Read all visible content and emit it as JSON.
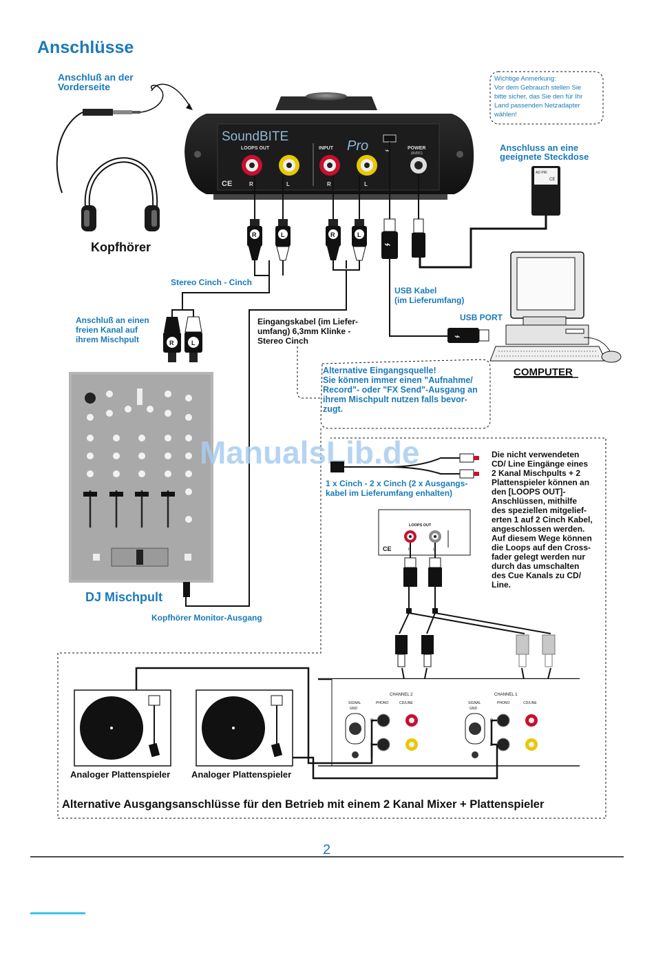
{
  "title": "Anschlüsse",
  "labels": {
    "front_port": [
      "Anschluß an der",
      "Vorderseite"
    ],
    "headphones": "Kopfhörer",
    "note": [
      "Wichtige Anmerkung:",
      "Vor dem Gebrauch stellen Sie",
      "bitte sicher, das Sie den für Ihr",
      "Land passenden Netzadapter",
      "wählen!"
    ],
    "socket": [
      "Anschluss an eine",
      "geeignete Steckdose"
    ],
    "stereo_cinch": "Stereo Cinch - Cinch",
    "mixer_channel": [
      "Anschluß an einen",
      "freien Kanal auf",
      "ihrem Mischpult"
    ],
    "input_cable": [
      "Eingangskabel (im Liefer-",
      "umfang) 6,3mm Klinke -",
      "Stereo Cinch"
    ],
    "usb_cable": [
      "USB Kabel",
      "(im Lieferumfang)"
    ],
    "usb_port": "USB PORT",
    "computer": "COMPUTER",
    "alt_source": [
      "Alternative Eingangsquelle!",
      "Sie können immer einen \"Aufnahme/",
      "Record\"- oder \"FX Send\"-Ausgang an",
      "ihrem Mischpult nutzen falls bevor-",
      "zugt."
    ],
    "splitter": [
      "1 x Cinch - 2 x Cinch (2 x Ausgangs-",
      "kabel im Lieferumfang enhalten)"
    ],
    "unused_inputs": [
      "Die nicht verwendeten",
      "CD/ Line Eingänge eines",
      "2 Kanal Mischpults + 2",
      "Plattenspieler können an",
      "den [LOOPS OUT]-",
      "Anschlüssen, mithilfe",
      "des speziellen mitgelief-",
      "erten 1 auf 2 Cinch Kabel,",
      "angeschlossen werden.",
      "Auf diesem Wege können",
      "die Loops auf den Cross-",
      "fader gelegt werden nur",
      "durch das umschalten",
      "des Cue Kanals zu CD/",
      "Line."
    ],
    "dj_mixer": "DJ Mischpult",
    "monitor_out": "Kopfhörer Monitor-Ausgang",
    "turntable_1": "Analoger Plattenspieler",
    "turntable_2": "Analoger Plattenspieler",
    "bottom_caption": "Alternative Ausgangsanschlüsse für den Betrieb mit einem 2 Kanal Mixer + Plattenspieler",
    "watermark": "ManualsLib.de",
    "page_number": "2"
  },
  "device": {
    "brand": "SoundBITE",
    "model": "Pro",
    "loops_out": "LOOPS OUT",
    "input": "INPUT",
    "power": "POWER",
    "power_sub": "(9VDC)",
    "r": "R",
    "l": "L",
    "ce": "CE"
  },
  "adapter": {
    "line1": "AD PRI",
    "ce": "CE"
  },
  "small_panel": {
    "loops_out": "LOOPS OUT",
    "ce": "CE",
    "r": "R",
    "l": "L"
  },
  "mixer_panel": {
    "channel2": "CHANNEL 2",
    "channel1": "CHANNEL 1",
    "signal_gnd": [
      "SIGNAL",
      "GND"
    ],
    "phono": "PHONO",
    "cd_line": "CD/LINE",
    "r": "R",
    "l": "L"
  },
  "colors": {
    "accent_blue": "#1a7ab8",
    "watermark": "#a9cdf0",
    "rca_red": "#c8102e",
    "rca_yellow": "#e8c800",
    "mixer_gray": "#b5b5b5"
  }
}
